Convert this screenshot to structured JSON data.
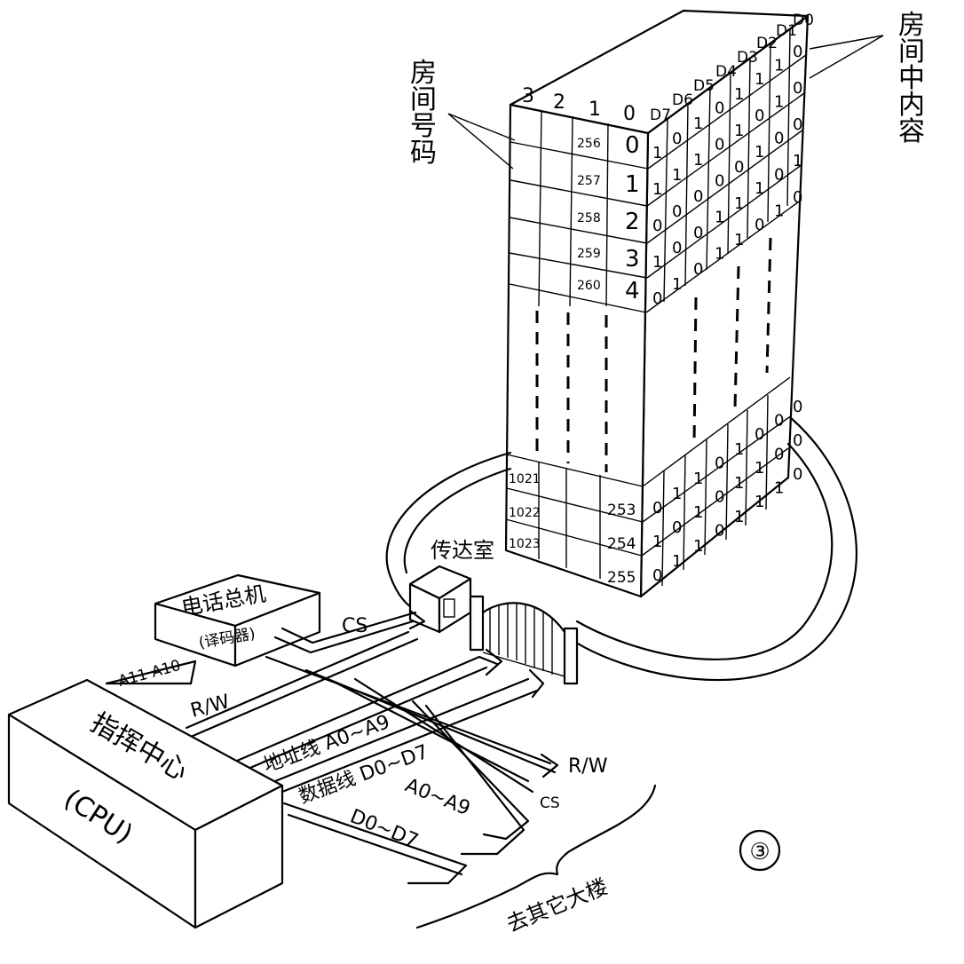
{
  "figure_number": "③",
  "building": {
    "room_label": "房间号码",
    "content_label": "房间中内容",
    "digit_headers": [
      "3",
      "2",
      "1",
      "0"
    ],
    "data_headers": [
      "D7",
      "D6",
      "D5",
      "D4",
      "D3",
      "D2",
      "D1",
      "D0"
    ],
    "top_rows": [
      {
        "room": "256",
        "row": "0",
        "bits": [
          "1",
          "0",
          "1",
          "0",
          "1",
          "1",
          "1",
          "0"
        ]
      },
      {
        "room": "257",
        "row": "1",
        "bits": [
          "1",
          "1",
          "1",
          "0",
          "1",
          "0",
          "1",
          "0"
        ]
      },
      {
        "room": "258",
        "row": "2",
        "bits": [
          "0",
          "0",
          "0",
          "0",
          "0",
          "1",
          "0",
          "0"
        ]
      },
      {
        "room": "259",
        "row": "3",
        "bits": [
          "1",
          "0",
          "0",
          "1",
          "1",
          "1",
          "0",
          "1"
        ]
      },
      {
        "room": "260",
        "row": "4",
        "bits": [
          "0",
          "1",
          "0",
          "1",
          "1",
          "0",
          "1",
          "0"
        ]
      }
    ],
    "bottom_rows": [
      {
        "room": "1021",
        "row": "253",
        "bits": [
          "0",
          "1",
          "1",
          "0",
          "1",
          "0",
          "0",
          "0"
        ]
      },
      {
        "room": "1022",
        "row": "254",
        "bits": [
          "1",
          "0",
          "1",
          "0",
          "1",
          "1",
          "0",
          "0"
        ]
      },
      {
        "room": "1023",
        "row": "255",
        "bits": [
          "0",
          "1",
          "1",
          "0",
          "1",
          "1",
          "1",
          "0"
        ]
      }
    ]
  },
  "gatehouse": "传达室",
  "switchboard": {
    "title": "电话总机",
    "subtitle": "(译码器)"
  },
  "cpu": {
    "title": "指挥中心",
    "subtitle": "(CPU)"
  },
  "bus": {
    "a11_a10": "A11 A10",
    "cs_top": "CS",
    "rw_top": "R/W",
    "address": "地址线 A0~A9",
    "data": "数据线 D0~D7",
    "rw_right": "R/W",
    "cs_right": "CS",
    "a0_a9": "A0~A9",
    "d0_d7": "D0~D7"
  },
  "other_buildings": "去其它大楼"
}
